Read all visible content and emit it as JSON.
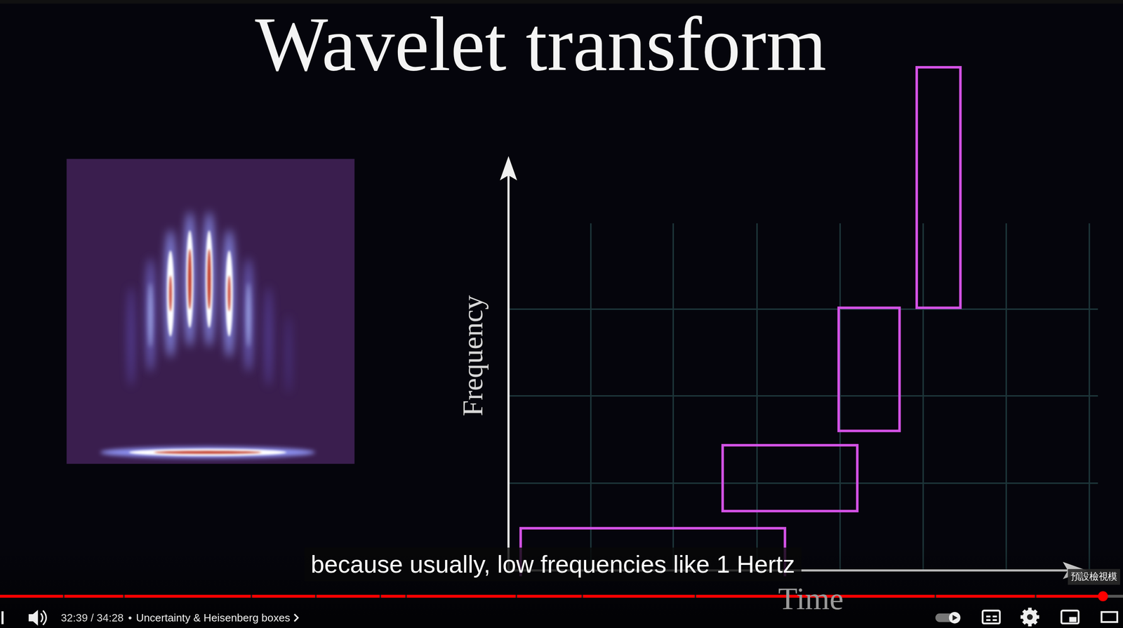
{
  "diagram": {
    "title": "Wavelet transform",
    "labels": [
      "Frequency",
      "Time",
      "because usually, low frequencies like 1 Hertz",
      "32:39 / 34:28",
      "•",
      "Uncertainty & Heisenberg boxes",
      "預設檢視模"
    ]
  }
}
